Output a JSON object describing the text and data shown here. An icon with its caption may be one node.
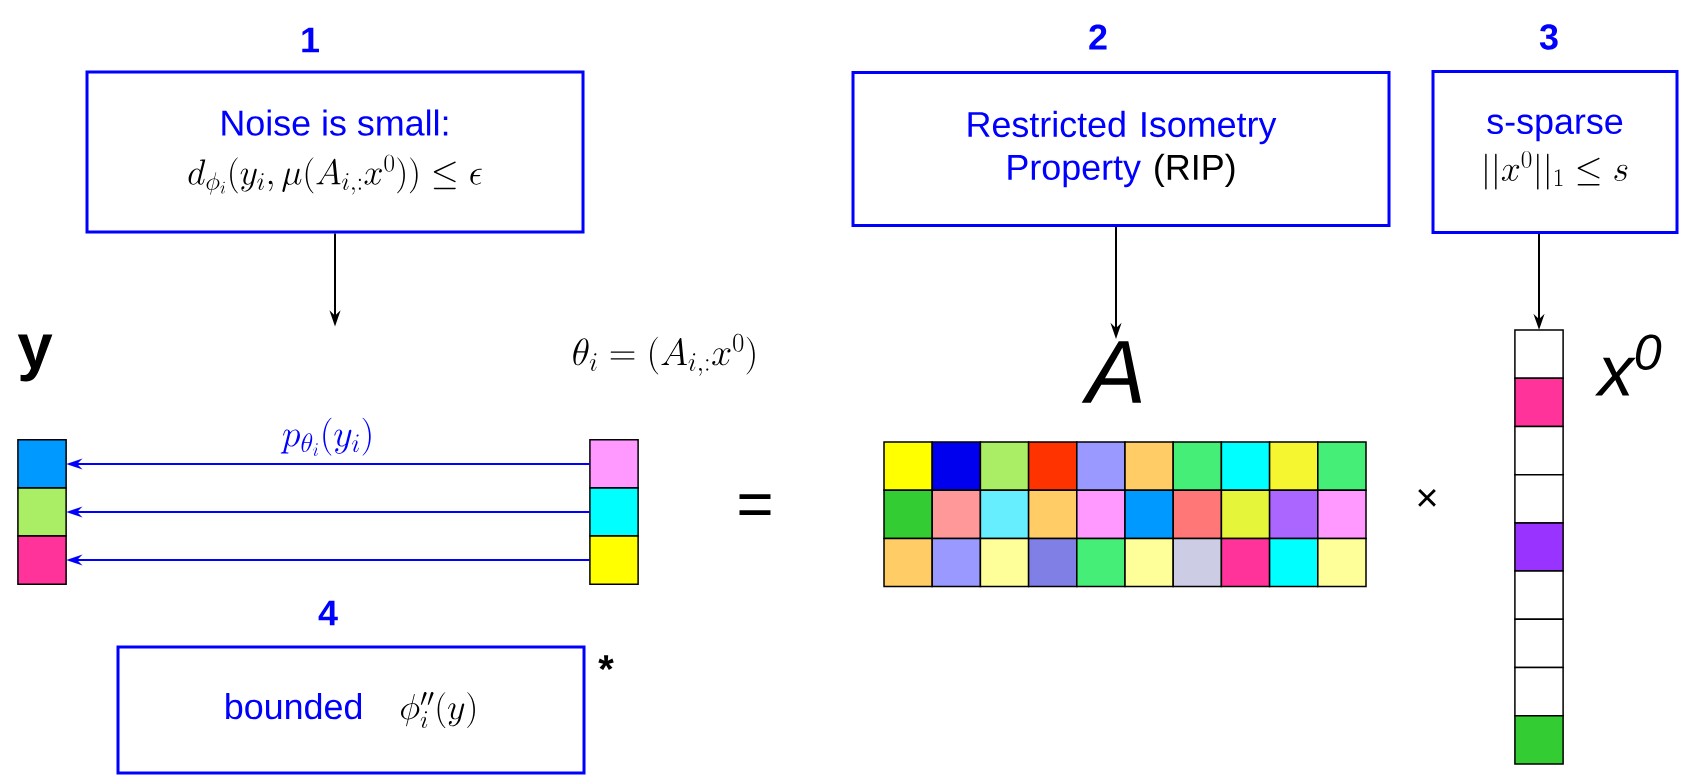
{
  "diagram": {
    "nodes": [
      {
        "text": [
          "1",
          "Noise is small:",
          "d_{\\phi_i}(y_i, \\mu(A_{i,:} x^0)) \\leq \\epsilon"
        ]
      },
      {
        "text": [
          "2",
          "Restricted Isometry Property",
          "(RIP)"
        ]
      },
      {
        "text": [
          "3",
          "s-sparse",
          "||x^0||_1 \\leq s"
        ]
      },
      {
        "text": [
          "y"
        ]
      },
      {
        "text": [
          "\\theta_i = (A_{i,:} x^0)"
        ]
      },
      {
        "text": [
          "A"
        ]
      },
      {
        "text": [
          "x$^{0}$"
        ]
      },
      {
        "text": [
          "4",
          "bounded",
          "\\phi_i''(y)"
        ],
        "beside": [
          "*"
        ]
      }
    ],
    "edges": [
      {
        "from": 0,
        "to": null,
        "arrow": "to"
      },
      {
        "from": 1,
        "to": 5,
        "arrow": "to"
      },
      {
        "from": 2,
        "to": 6,
        "arrow": "to"
      },
      {
        "from": 4,
        "to": 3,
        "arrow": "to",
        "label": "p_{\\theta_i}(y_i)",
        "color": "#0000ff"
      },
      {
        "from": 4,
        "to": 3,
        "arrow": "to",
        "color": "#0000ff"
      },
      {
        "from": 4,
        "to": 3,
        "arrow": "to",
        "color": "#0000ff"
      }
    ],
    "labels": [
      "=",
      "×"
    ]
  }
}
